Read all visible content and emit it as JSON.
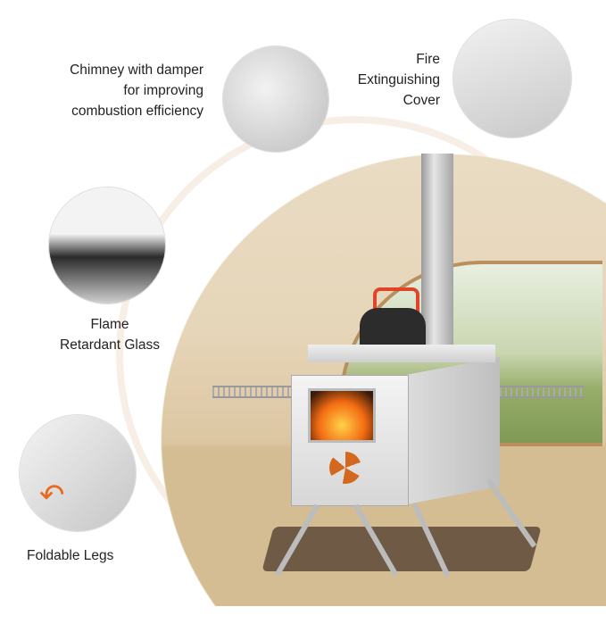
{
  "features": {
    "chimney": {
      "line1": "Chimney with damper",
      "line2": "for improving",
      "line3": "combustion efficiency"
    },
    "cover": {
      "line1": "Fire",
      "line2": "Extinguishing",
      "line3": "Cover"
    },
    "glass": {
      "line1": "Flame",
      "line2": "Retardant Glass"
    },
    "legs": {
      "line1": "Foldable Legs"
    }
  },
  "colors": {
    "accent_orange": "#e86a1e",
    "tent_beige": "#e6d5b8"
  }
}
